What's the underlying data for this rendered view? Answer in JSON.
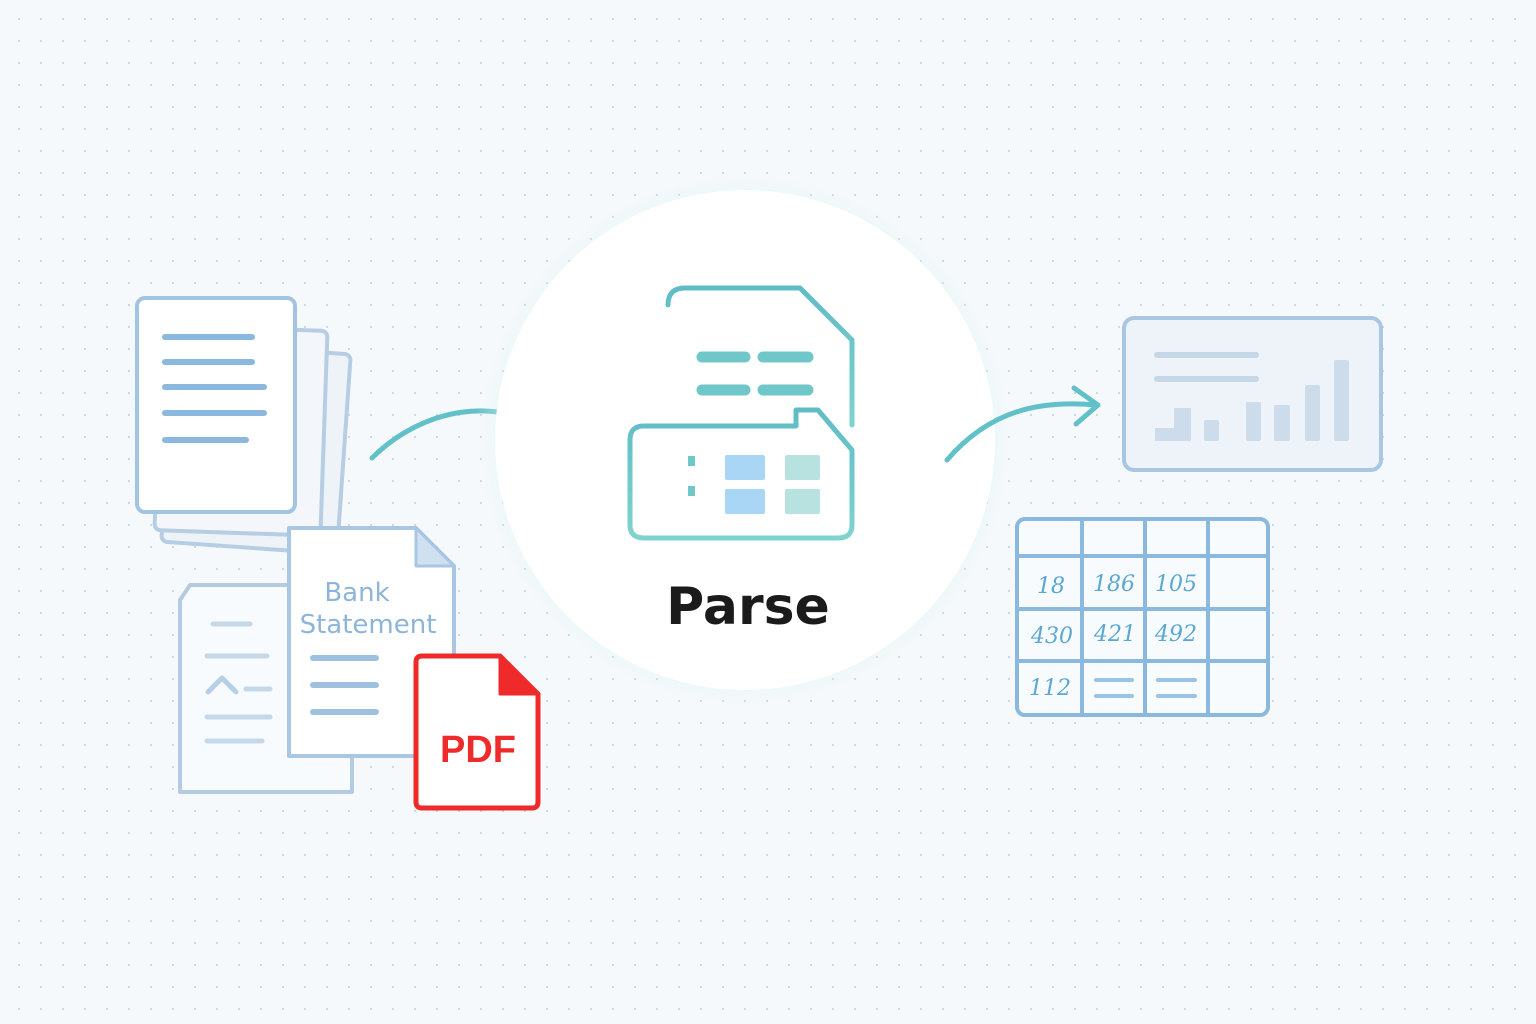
{
  "center": {
    "label": "Parse"
  },
  "inputs": {
    "statement_title_line1": "Bank",
    "statement_title_line2": "Statement",
    "pdf_badge": "PDF"
  },
  "output_table": {
    "rows": [
      [
        "18",
        "186",
        "105",
        ""
      ],
      [
        "430",
        "421",
        "492",
        ""
      ],
      [
        "112",
        "",
        "",
        ""
      ]
    ]
  },
  "colors": {
    "accent": "#5cc4c8",
    "doc_stroke": "#a9c6e2",
    "pdf_red": "#ee2a2a",
    "label_text": "#1b1b1b"
  }
}
